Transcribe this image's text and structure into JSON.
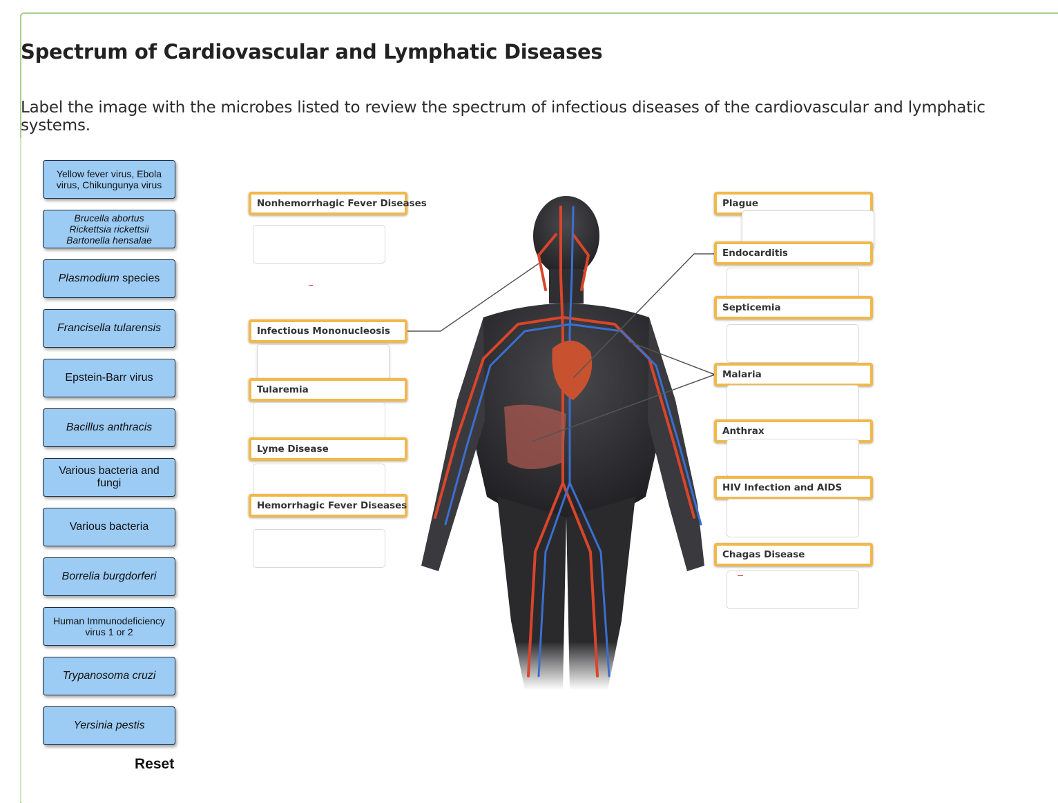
{
  "title": "Spectrum of Cardiovascular and Lymphatic Diseases",
  "instructions": "Label the image with the microbes listed to review the spectrum of infectious diseases of the cardiovascular and lymphatic systems.",
  "microbes": [
    {
      "parts": [
        "Yellow fever virus, Ebola virus, Chikungunya virus"
      ]
    },
    {
      "parts": [
        "Brucella abortus",
        "Rickettsia rickettsii",
        "Bartonella hensalae"
      ]
    },
    {
      "italic": "Plasmodium",
      "plain": " species"
    },
    {
      "italic": "Francisella tularensis"
    },
    {
      "plain": "Epstein-Barr virus"
    },
    {
      "italic": "Bacillus anthracis"
    },
    {
      "plain": "Various bacteria and fungi"
    },
    {
      "plain": "Various bacteria"
    },
    {
      "italic": "Borrelia burgdorferi"
    },
    {
      "plain": "Human Immunodeficiency virus 1 or 2"
    },
    {
      "italic": "Trypanosoma cruzi"
    },
    {
      "italic": "Yersinia pestis"
    }
  ],
  "reset_label": "Reset",
  "left_labels": [
    "Nonhemorrhagic Fever Diseases",
    "Infectious Mononucleosis",
    "Tularemia",
    "Lyme Disease",
    "Hemorrhagic Fever Diseases"
  ],
  "right_labels": [
    "Plague",
    "Endocarditis",
    "Septicemia",
    "Malaria",
    "Anthrax",
    "HIV Infection and AIDS",
    "Chagas Disease"
  ],
  "colors": {
    "microbe_fill": "#9ccbf4",
    "label_border": "#f1b84a",
    "frame": "#a8cf8f",
    "artery": "#d9452b",
    "vein": "#3b6fd1",
    "body": "#2a2a2c"
  }
}
